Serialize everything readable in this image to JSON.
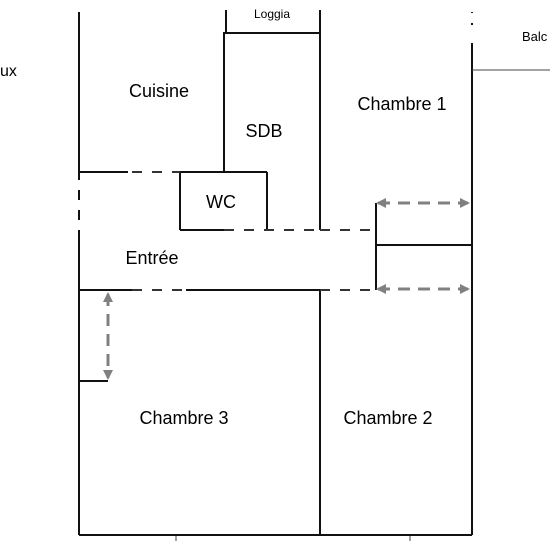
{
  "rooms": {
    "partial_left": "ux",
    "loggia": "Loggia",
    "balcony_partial": "Balc",
    "cuisine": "Cuisine",
    "sdb": "SDB",
    "chambre1": "Chambre 1",
    "wc": "WC",
    "entree": "Entrée",
    "chambre3": "Chambre 3",
    "chambre2": "Chambre 2"
  },
  "colors": {
    "wall": "#111111",
    "thin_wall": "#444444",
    "dashed": "#333333",
    "arrow": "#808080"
  }
}
